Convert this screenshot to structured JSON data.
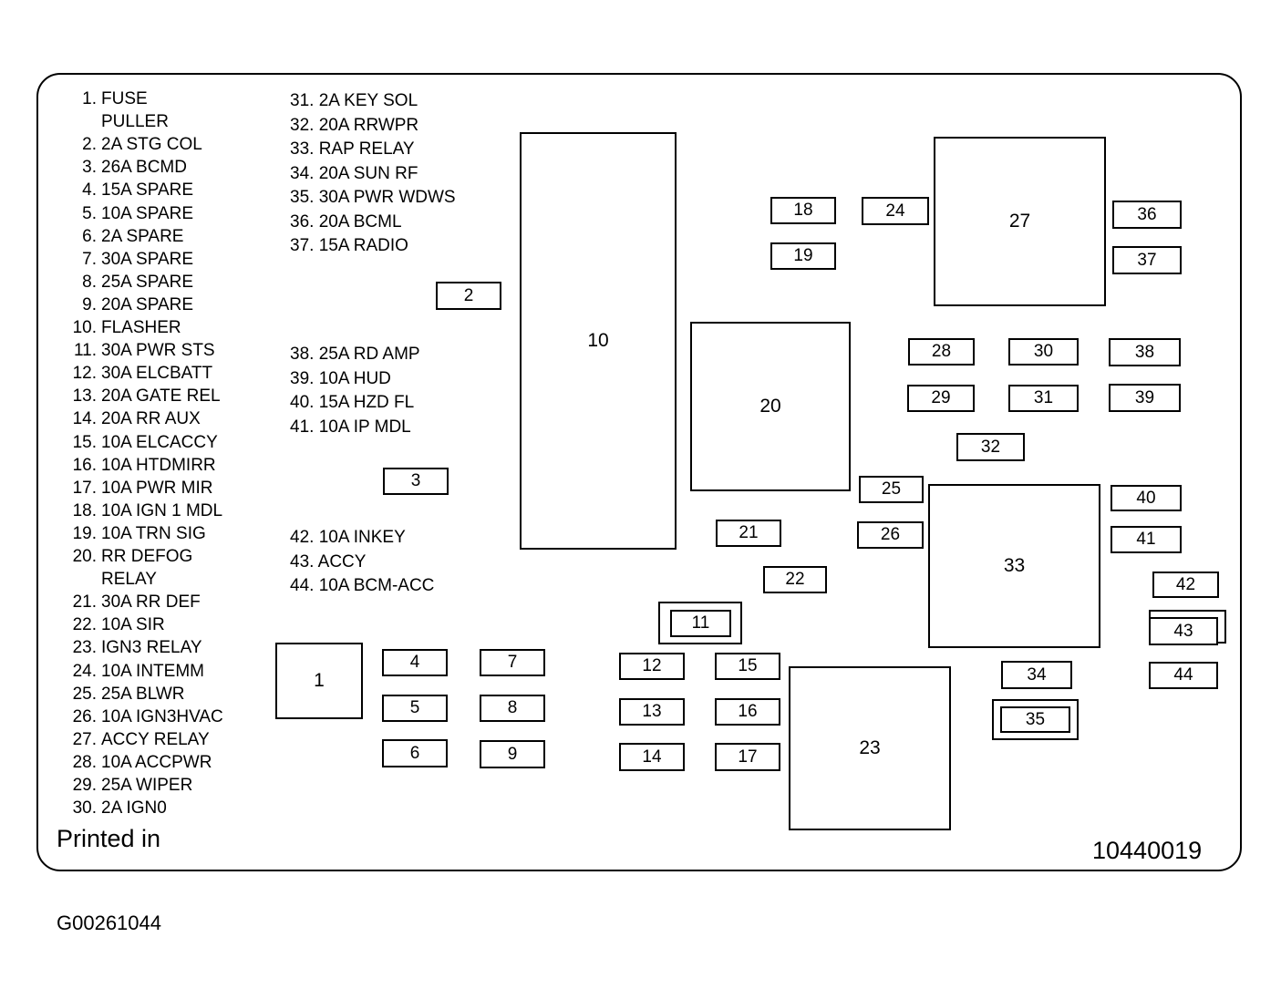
{
  "legend": {
    "col1": [
      [
        "1.",
        "FUSE"
      ],
      [
        "",
        "PULLER"
      ],
      [
        "2.",
        "2A STG COL"
      ],
      [
        "3.",
        "26A BCMD"
      ],
      [
        "4.",
        "15A SPARE"
      ],
      [
        "5.",
        "10A SPARE"
      ],
      [
        "6.",
        "2A SPARE"
      ],
      [
        "7.",
        "30A SPARE"
      ],
      [
        "8.",
        "25A SPARE"
      ],
      [
        "9.",
        "20A SPARE"
      ],
      [
        "10.",
        "FLASHER"
      ],
      [
        "11.",
        "30A PWR STS"
      ],
      [
        "12.",
        "30A ELCBATT"
      ],
      [
        "13.",
        "20A GATE REL"
      ],
      [
        "14.",
        "20A RR AUX"
      ],
      [
        "15.",
        "10A ELCACCY"
      ],
      [
        "16.",
        "10A HTDMIRR"
      ],
      [
        "17.",
        "10A PWR MIR"
      ],
      [
        "18.",
        "10A IGN 1 MDL"
      ],
      [
        "19.",
        "10A TRN SIG"
      ],
      [
        "20.",
        "RR DEFOG"
      ],
      [
        "",
        "RELAY"
      ],
      [
        "21.",
        "30A RR DEF"
      ],
      [
        "22.",
        "10A SIR"
      ],
      [
        "23.",
        "IGN3 RELAY"
      ],
      [
        "24.",
        "10A INTEMM"
      ],
      [
        "25.",
        "25A BLWR"
      ],
      [
        "26.",
        "10A IGN3HVAC"
      ],
      [
        "27.",
        "ACCY RELAY"
      ],
      [
        "28.",
        "10A ACCPWR"
      ],
      [
        "29.",
        "25A WIPER"
      ],
      [
        "30.",
        "2A IGN0"
      ]
    ],
    "col2a": [
      "31. 2A KEY SOL",
      "32. 20A RRWPR",
      "33. RAP RELAY",
      "34. 20A SUN RF",
      "35. 30A PWR WDWS",
      "36. 20A BCML",
      "37. 15A RADIO"
    ],
    "col2b": [
      "38. 25A RD AMP",
      "39. 10A HUD",
      "40. 15A HZD FL",
      "41. 10A IP MDL"
    ],
    "col2c": [
      "42. 10A INKEY",
      "43. ACCY",
      "44. 10A BCM-ACC"
    ]
  },
  "fuses": [
    "1",
    "2",
    "3",
    "4",
    "5",
    "6",
    "7",
    "8",
    "9",
    "10",
    "11",
    "12",
    "13",
    "14",
    "15",
    "16",
    "17",
    "18",
    "19",
    "20",
    "21",
    "22",
    "23",
    "24",
    "25",
    "26",
    "27",
    "28",
    "29",
    "30",
    "31",
    "32",
    "33",
    "34",
    "35",
    "36",
    "37",
    "38",
    "39",
    "40",
    "41",
    "42",
    "43",
    "44"
  ],
  "footer": {
    "printed": "Printed in",
    "part_number": "10440019",
    "figure_id": "G00261044"
  }
}
